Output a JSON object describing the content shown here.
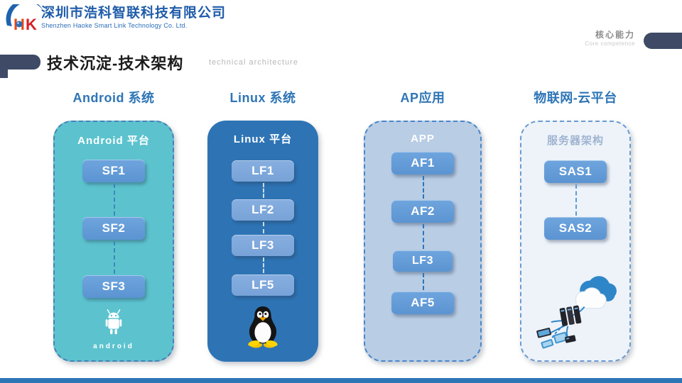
{
  "slide": {
    "company": {
      "logo_monogram_h": "H",
      "logo_monogram_k": "K",
      "name_cn": "深圳市浩科智联科技有限公司",
      "name_en": "Shenzhen Haoke Smart Link Technology Co. Ltd."
    },
    "corner_tab": {
      "label_cn": "核心能力",
      "label_en": "Core competence"
    },
    "title": {
      "main": "技术沉淀-技术架构",
      "sub": "technical architecture"
    }
  },
  "columns": [
    {
      "header": "Android 系统",
      "panel_title": "Android 平台",
      "items": [
        "SF1",
        "SF2",
        "SF3"
      ],
      "icon": "android-robot-icon",
      "icon_caption": "android",
      "panel_fill": "#5CC3CE"
    },
    {
      "header": "Linux 系统",
      "panel_title": "Linux 平台",
      "items": [
        "LF1",
        "LF2",
        "LF3",
        "LF5"
      ],
      "icon": "tux-penguin-icon",
      "panel_fill": "#2E74B5"
    },
    {
      "header": "AP应用",
      "panel_title": "APP",
      "items": [
        "AF1",
        "AF2",
        "LF3",
        "AF5"
      ],
      "icon": "",
      "panel_fill": "#B9CDE5"
    },
    {
      "header": "物联网-云平台",
      "panel_title": "服务器架构",
      "items": [
        "SAS1",
        "SAS2"
      ],
      "icon": "cloud-network-icon",
      "panel_fill": "#EEF3FA"
    }
  ],
  "colors": {
    "accent_blue": "#2E75B6",
    "node_blue": "#5B9BD5",
    "node_blue_light": "#7FA9DC",
    "teal_panel": "#5CC3CE",
    "ap_panel": "#B9CDE5",
    "iot_panel": "#EEF3FA",
    "navy_shape": "#3E4A66",
    "company_blue": "#1F5CA9",
    "bottom_bar": "#2E75B6"
  }
}
